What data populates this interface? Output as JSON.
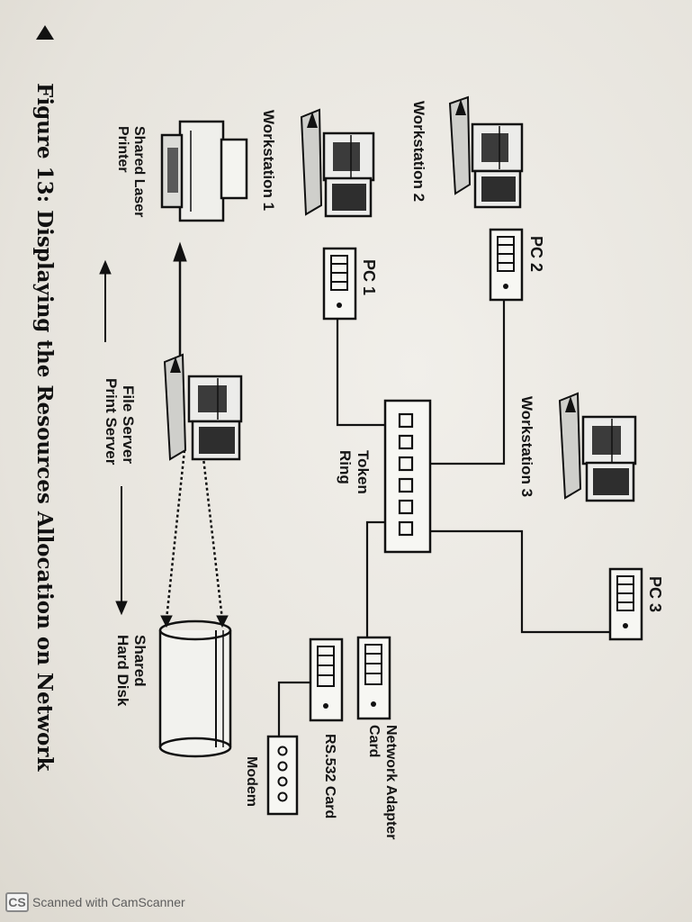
{
  "figure": {
    "caption": "Figure 13: Displaying the Resources Allocation on Network",
    "labels": {
      "workstation_2": "Workstation 2",
      "workstation_1": "Workstation 1",
      "workstation_3": "Workstation 3",
      "shared_laser_printer_line1": "Shared Laser",
      "shared_laser_printer_line2": "Printer",
      "pc_1": "PC 1",
      "pc_2": "PC 2",
      "pc_3": "PC 3",
      "token_ring_line1": "Token",
      "token_ring_line2": "Ring",
      "file_server": "File Server",
      "print_server": "Print Server",
      "shared_hard_disk_line1": "Shared",
      "shared_hard_disk_line2": "Hard Disk",
      "network_adapter_card_line1": "Network Adapter",
      "network_adapter_card_line2": "Card",
      "rs532_card": "RS.532 Card",
      "modem": "Modem"
    }
  },
  "watermark": {
    "logo": "CS",
    "text": "Scanned with CamScanner"
  }
}
